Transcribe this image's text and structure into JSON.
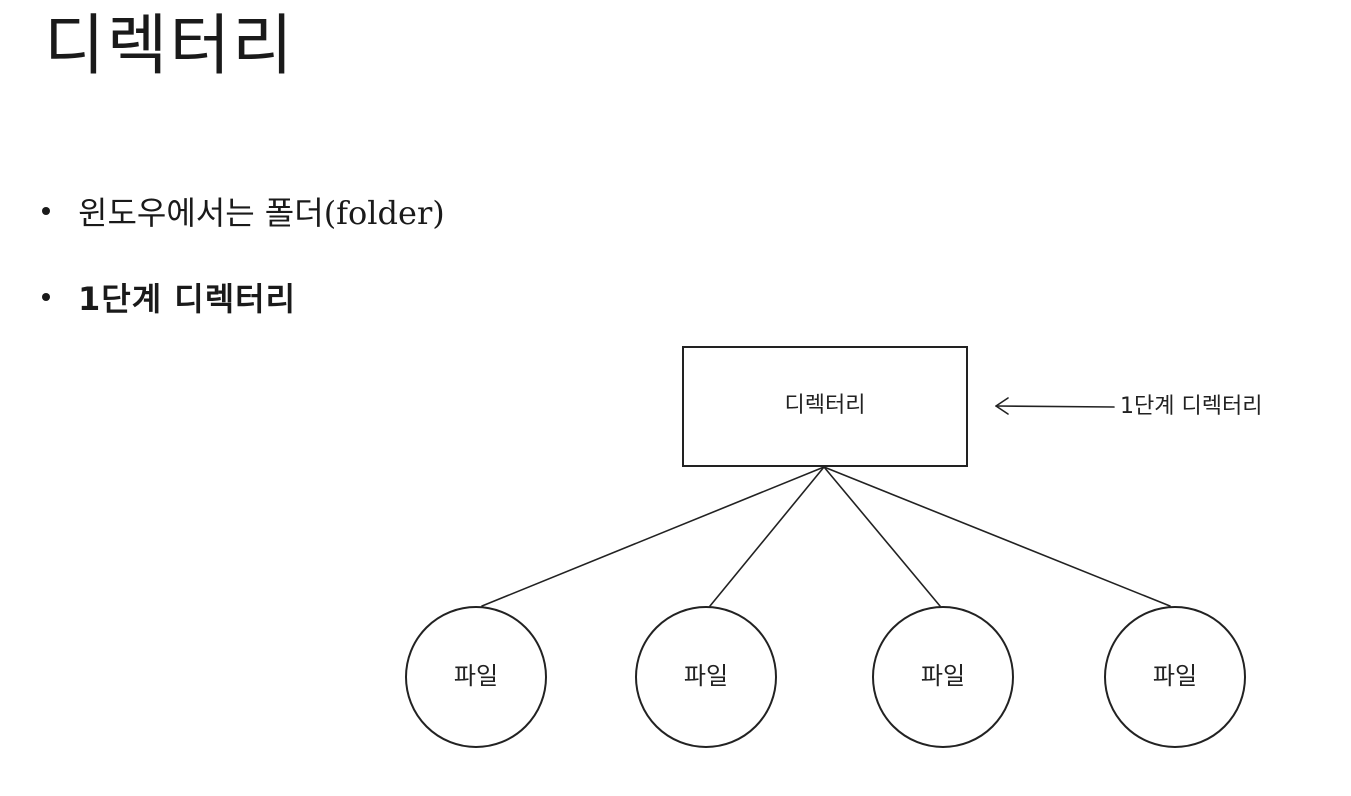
{
  "title": "디렉터리",
  "bullets": [
    "윈도우에서는 폴더(folder)",
    "1단계 디렉터리"
  ],
  "diagram": {
    "root_label": "디렉터리",
    "annotation": "1단계 디렉터리",
    "files": [
      "파일",
      "파일",
      "파일",
      "파일"
    ]
  }
}
